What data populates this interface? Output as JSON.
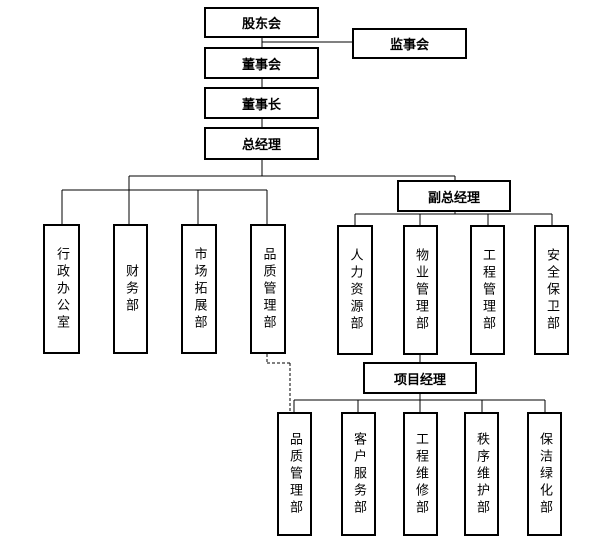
{
  "top": {
    "shareholders": "股东会",
    "supervisors": "监事会",
    "board": "董事会",
    "chairman": "董事长",
    "gm": "总经理",
    "deputy_gm": "副总经理",
    "project_manager": "项目经理"
  },
  "gm_depts": [
    "行政办公室",
    "财务部",
    "市场拓展部",
    "品质管理部"
  ],
  "deputy_depts": [
    "人力资源部",
    "物业管理部",
    "工程管理部",
    "安全保卫部"
  ],
  "project_depts": [
    "品质管理部",
    "客户服务部",
    "工程维修部",
    "秩序维护部",
    "保洁绿化部"
  ]
}
